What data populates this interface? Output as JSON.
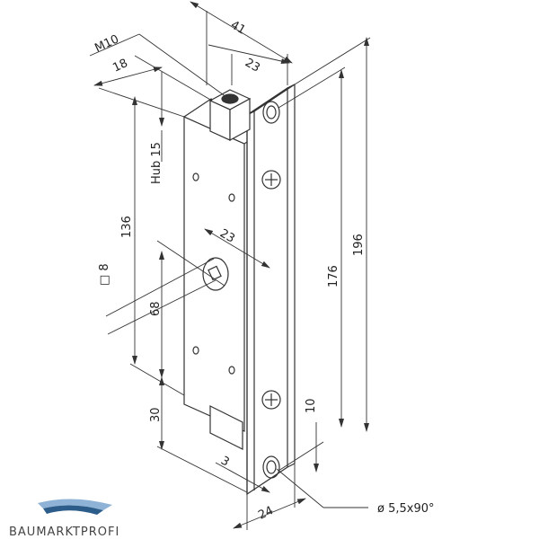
{
  "dimensions": {
    "width_total": "41",
    "width_plate": "23",
    "thread": "M10",
    "offset_18": "18",
    "stroke": "Hub 15",
    "height_136": "136",
    "height_176": "176",
    "height_196": "196",
    "cam_23": "23",
    "square": "□ 8",
    "dim_68": "68",
    "dim_30": "30",
    "dim_10": "10",
    "dim_3": "3",
    "dim_24": "24",
    "hole": "ø 5,5x90°"
  },
  "logo": {
    "text": "BAUMARKTPROFI"
  },
  "colors": {
    "line": "#333333",
    "logo_dark": "#2c5d8a",
    "logo_light": "#8fb3d6"
  }
}
